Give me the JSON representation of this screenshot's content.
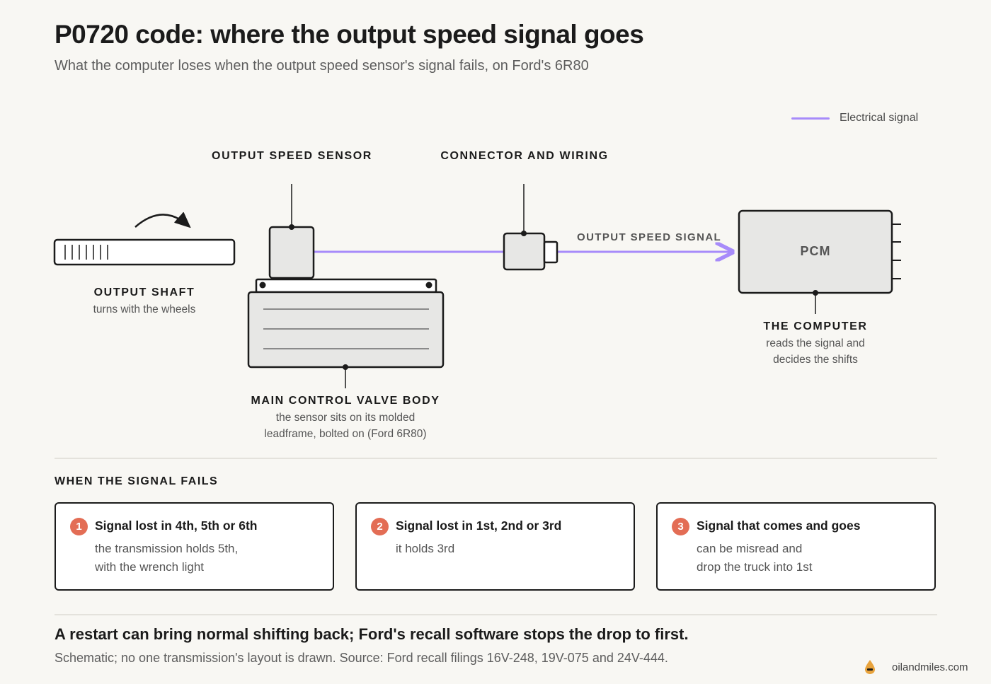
{
  "title": "P0720 code: where the output speed signal goes",
  "subtitle": "What the computer loses when the output speed sensor's signal fails, on Ford's 6R80",
  "legend": {
    "label": "Electrical signal",
    "color": "#a78bfa"
  },
  "diagram": {
    "output_speed_sensor_label": "OUTPUT SPEED SENSOR",
    "connector_label": "CONNECTOR AND WIRING",
    "signal_label": "OUTPUT SPEED SIGNAL",
    "pcm_label": "PCM",
    "output_shaft": {
      "heading": "OUTPUT SHAFT",
      "sub": "turns with the wheels"
    },
    "valve_body": {
      "heading": "MAIN CONTROL VALVE BODY",
      "sub_line1": "the sensor sits on its molded",
      "sub_line2": "leadframe, bolted on (Ford 6R80)"
    },
    "computer": {
      "heading": "THE COMPUTER",
      "sub_line1": "reads the signal and",
      "sub_line2": "decides the shifts"
    }
  },
  "failures": {
    "heading": "WHEN THE SIGNAL FAILS",
    "accent_color": "#e36d55",
    "cards": [
      {
        "number": "1",
        "title": "Signal lost in 4th, 5th or 6th",
        "line1": "the transmission holds 5th,",
        "line2": "with the wrench light"
      },
      {
        "number": "2",
        "title": "Signal lost in 1st, 2nd or 3rd",
        "line1": "it holds 3rd",
        "line2": ""
      },
      {
        "number": "3",
        "title": "Signal that comes and goes",
        "line1": "can be misread and",
        "line2": "drop the truck into 1st"
      }
    ]
  },
  "conclusion": "A restart can bring normal shifting back; Ford's recall software stops the drop to first.",
  "source": "Schematic; no one transmission's layout is drawn. Source: Ford recall filings 16V-248, 19V-075 and 24V-444.",
  "brand": {
    "name": "oilandmiles.com",
    "icon": "oil-drop-icon"
  }
}
